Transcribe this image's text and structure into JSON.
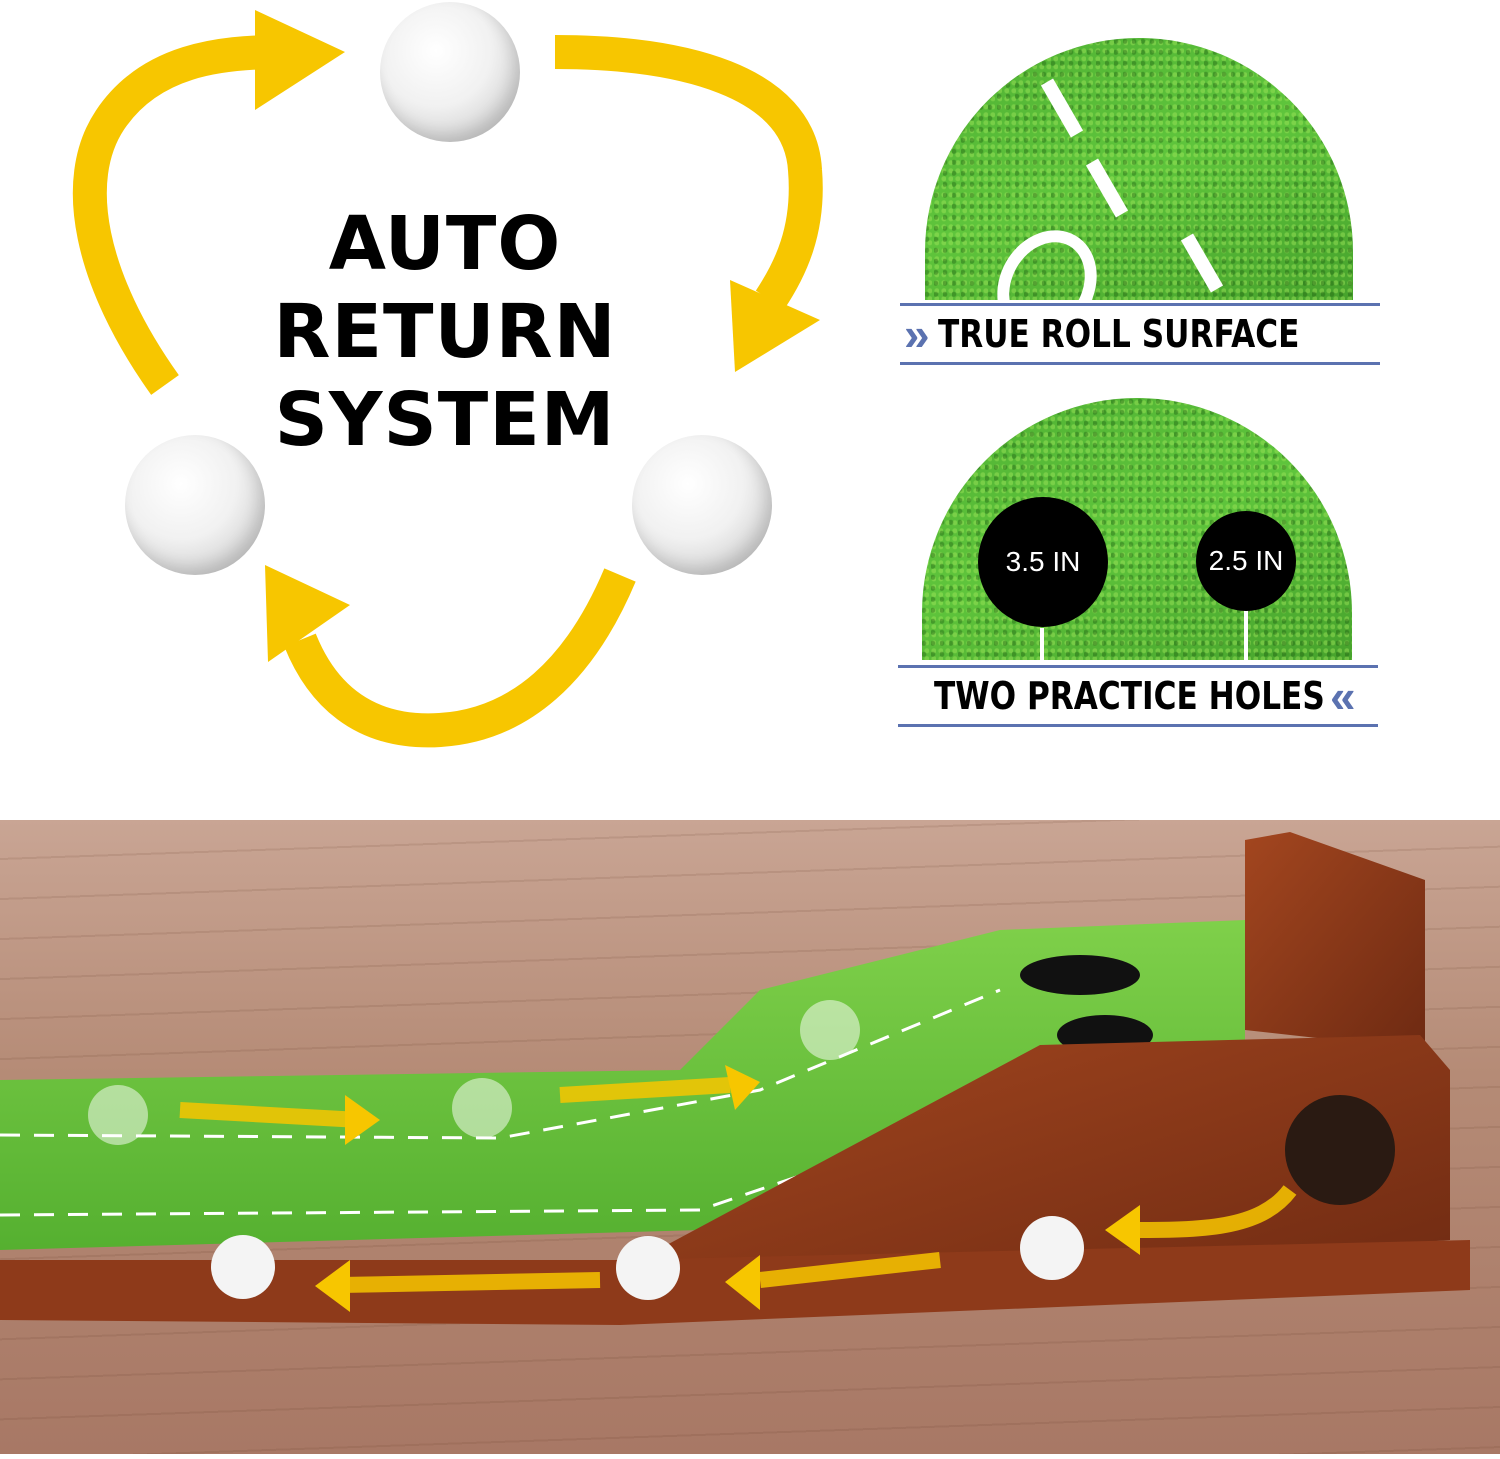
{
  "headline": {
    "line1": "AUTO",
    "line2": "RETURN",
    "line3": "SYSTEM"
  },
  "features": [
    {
      "label": "TRUE ROLL SURFACE",
      "icon": "chevron-right-double-icon"
    },
    {
      "label": "TWO PRACTICE HOLES",
      "icon": "chevron-left-double-icon"
    }
  ],
  "holes": [
    {
      "size": "3.5 IN"
    },
    {
      "size": "2.5 IN"
    }
  ],
  "colors": {
    "arrow": "#f7c600",
    "band": "#5b72b0",
    "grass": "#5fc53c",
    "wood": "#8a3a1c"
  }
}
